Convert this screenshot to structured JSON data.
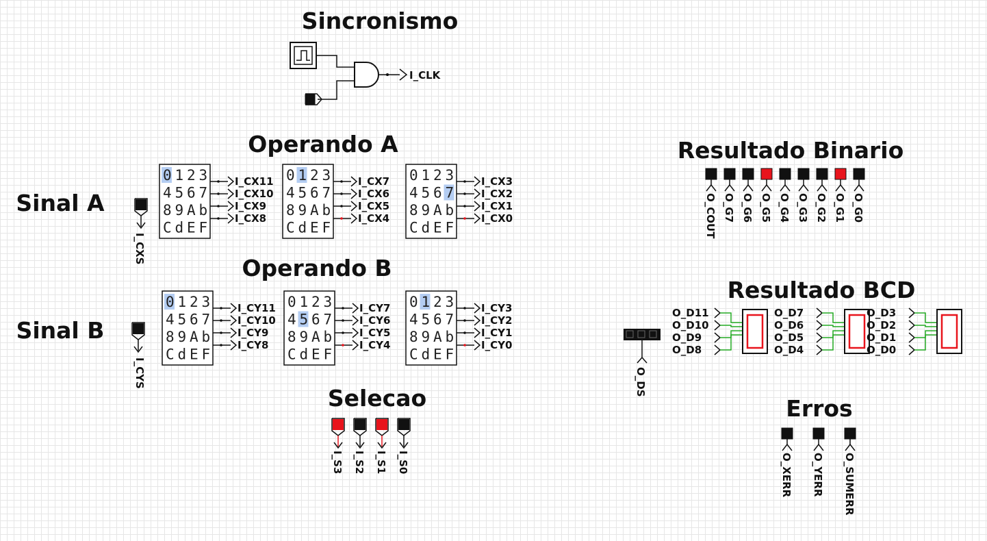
{
  "titles": {
    "sincronismo": "Sincronismo",
    "operando_a": "Operando A",
    "operando_b": "Operando B",
    "selecao": "Selecao",
    "resultado_binario": "Resultado Binario",
    "resultado_bcd": "Resultado BCD",
    "erros": "Erros",
    "sinal_a": "Sinal A",
    "sinal_b": "Sinal B"
  },
  "clock_output": "I_CLK",
  "sign_a_pin": "I_CXS",
  "sign_b_pin": "I_CYS",
  "keypad_rows": [
    "0123",
    "4567",
    "89Ab",
    "CdEF"
  ],
  "operand_a": [
    {
      "selected": "0",
      "outputs": [
        "I_CX11",
        "I_CX10",
        "I_CX9",
        "I_CX8"
      ]
    },
    {
      "selected": "1",
      "outputs": [
        "I_CX7",
        "I_CX6",
        "I_CX5",
        "I_CX4"
      ]
    },
    {
      "selected": "7",
      "outputs": [
        "I_CX3",
        "I_CX2",
        "I_CX1",
        "I_CX0"
      ]
    }
  ],
  "operand_b": [
    {
      "selected": "0",
      "outputs": [
        "I_CY11",
        "I_CY10",
        "I_CY9",
        "I_CY8"
      ]
    },
    {
      "selected": "5",
      "outputs": [
        "I_CY7",
        "I_CY6",
        "I_CY5",
        "I_CY4"
      ]
    },
    {
      "selected": "1",
      "outputs": [
        "I_CY3",
        "I_CY2",
        "I_CY1",
        "I_CY0"
      ]
    }
  ],
  "selection": [
    {
      "label": "I_S3",
      "on": true
    },
    {
      "label": "I_S2",
      "on": false
    },
    {
      "label": "I_S1",
      "on": true
    },
    {
      "label": "I_S0",
      "on": false
    }
  ],
  "binary_outputs": [
    {
      "label": "O_COUT",
      "on": false
    },
    {
      "label": "O_G7",
      "on": false
    },
    {
      "label": "O_G6",
      "on": false
    },
    {
      "label": "O_G5",
      "on": true
    },
    {
      "label": "O_G4",
      "on": false
    },
    {
      "label": "O_G3",
      "on": false
    },
    {
      "label": "O_G2",
      "on": false
    },
    {
      "label": "O_G1",
      "on": true
    },
    {
      "label": "O_G0",
      "on": false
    }
  ],
  "bcd_groups": [
    {
      "inputs": [
        "O_D11",
        "O_D10",
        "O_D9",
        "O_D8"
      ],
      "digit": "0"
    },
    {
      "inputs": [
        "O_D7",
        "O_D6",
        "O_D5",
        "O_D4"
      ],
      "digit": "0"
    },
    {
      "inputs": [
        "O_D3",
        "O_D2",
        "O_D1",
        "O_D0"
      ],
      "digit": "0"
    }
  ],
  "bcd_sign": "O_DS",
  "errors": [
    "O_XERR",
    "O_YERR",
    "O_SUMERR"
  ],
  "colors": {
    "wire": "#111111",
    "led_on": "#e8141c",
    "led_off": "#111111",
    "bus": "#22aa22",
    "highlight": "#b4cdf2",
    "segment": "#e8141c"
  }
}
